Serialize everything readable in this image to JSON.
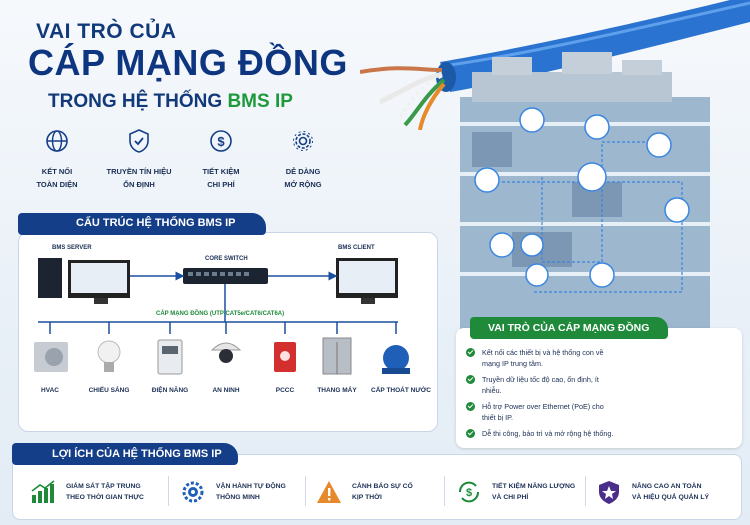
{
  "header": {
    "line1": "VAI TRÒ CỦA",
    "line2": "CÁP MẠNG ĐỒNG",
    "line3_prefix": "TRONG HỆ THỐNG ",
    "line3_highlight": "BMS IP"
  },
  "features": [
    {
      "icon": "globe-icon",
      "line1": "KẾT NỐI",
      "line2": "TOÀN DIỆN"
    },
    {
      "icon": "shield-check-icon",
      "line1": "TRUYỀN TÍN HIỆU",
      "line2": "ỔN ĐỊNH"
    },
    {
      "icon": "dollar-coin-icon",
      "line1": "TIẾT KIỆM",
      "line2": "CHI PHÍ"
    },
    {
      "icon": "gear-icon",
      "line1": "DỄ DÀNG",
      "line2": "MỞ RỘNG"
    }
  ],
  "structure": {
    "title": "CẤU TRÚC HỆ THỐNG BMS IP",
    "server_label": "BMS SERVER",
    "switch_label": "CORE SWITCH",
    "client_label": "BMS CLIENT",
    "cable_label": "CÁP MẠNG ĐỒNG (UTP CAT5e/CAT6/CAT6A)",
    "devices": [
      "HVAC",
      "CHIẾU SÁNG",
      "ĐIỆN NĂNG",
      "AN NINH",
      "PCCC",
      "THANG MÁY",
      "CẤP THOÁT NƯỚC"
    ]
  },
  "role": {
    "title": "VAI TRÒ CỦA CÁP MẠNG ĐỒNG",
    "items": [
      {
        "line1": "Kết nối các thiết bị và hệ thống con về",
        "line2": "mạng IP trung tâm."
      },
      {
        "line1": "Truyền dữ liệu tốc độ cao, ổn định, ít",
        "line2": "nhiễu."
      },
      {
        "line1": "Hỗ trợ Power over Ethernet (PoE) cho",
        "line2": "thiết bị IP."
      },
      {
        "line1": "Dễ thi công, bảo trì và mở rộng hệ thống.",
        "line2": ""
      }
    ]
  },
  "benefits": {
    "title": "LỢI ÍCH CỦA HỆ THỐNG BMS IP",
    "items": [
      {
        "icon": "bar-chart-icon",
        "line1": "GIÁM SÁT TẬP TRUNG",
        "line2": "THEO THỜI GIAN THỰC"
      },
      {
        "icon": "gear-icon",
        "line1": "VẬN HÀNH TỰ ĐỘNG",
        "line2": "THÔNG MINH"
      },
      {
        "icon": "warning-icon",
        "line1": "CẢNH BÁO SỰ CỐ",
        "line2": "KỊP THỜI"
      },
      {
        "icon": "dollar-refresh-icon",
        "line1": "TIẾT KIỆM NĂNG LƯỢNG",
        "line2": "VÀ CHI PHÍ"
      },
      {
        "icon": "shield-icon",
        "line1": "NÂNG CAO AN TOÀN",
        "line2": "VÀ HIỆU QUẢ QUẢN LÝ"
      }
    ]
  },
  "colors": {
    "navy": "#143e87",
    "green": "#1e8a3a",
    "cable_blue": "#2a73d0"
  }
}
